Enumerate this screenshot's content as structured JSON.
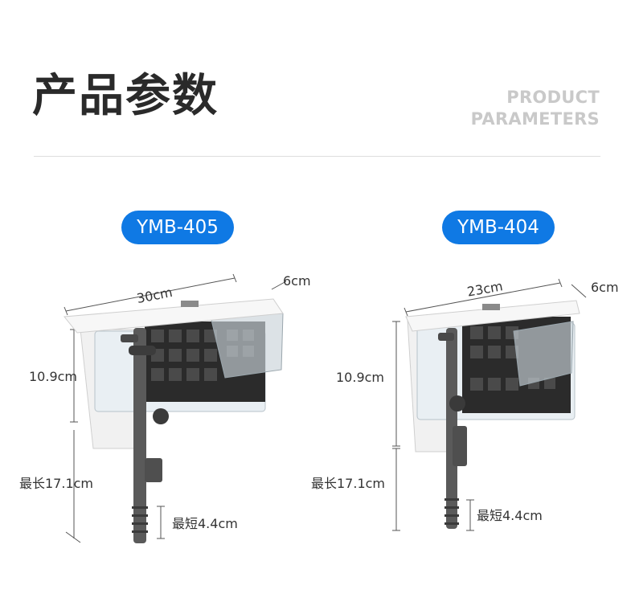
{
  "header": {
    "title": "产品参数",
    "subtitle_line1": "PRODUCT",
    "subtitle_line2": "PARAMETERS"
  },
  "colors": {
    "accent": "#0f79e4",
    "text": "#2a2a2a",
    "subtitle": "#c9c9c9",
    "tube": "#5a5a5a"
  },
  "products": [
    {
      "model": "YMB-405",
      "width": "30cm",
      "depth": "6cm",
      "height": "10.9cm",
      "max_length": "最长17.1cm",
      "min_length": "最短4.4cm"
    },
    {
      "model": "YMB-404",
      "width": "23cm",
      "depth": "6cm",
      "height": "10.9cm",
      "max_length": "最长17.1cm",
      "min_length": "最短4.4cm"
    }
  ]
}
